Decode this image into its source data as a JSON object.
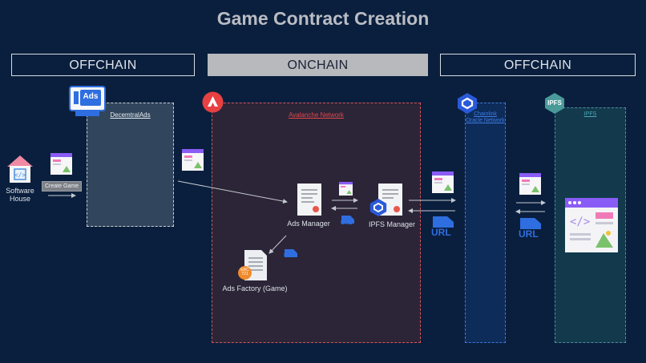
{
  "title": "Game Contract Creation",
  "lanes": {
    "offchain_left": "OFFCHAIN",
    "onchain": "ONCHAIN",
    "offchain_right": "OFFCHAIN"
  },
  "software_house": {
    "label": "Software House",
    "action": "Create Game"
  },
  "decentral_ads": {
    "label": "DecemtralAds",
    "logo_text": "Ads"
  },
  "avalanche": {
    "label": "Avalanche Network"
  },
  "chainlink": {
    "label": "Chainlink Oracle Network"
  },
  "ipfs": {
    "label": "IPFS",
    "logo_text": "IPFS"
  },
  "ads_manager": {
    "label": "Ads Manager"
  },
  "ipfs_manager": {
    "label": "IPFS Manager"
  },
  "ads_factory": {
    "label": "Ads Factory (Game)",
    "badge": "ERC 721"
  },
  "url_text": "URL",
  "colors": {
    "background": "#0a1f3d",
    "avalanche_red": "#e84142",
    "chainlink_blue": "#2a5ada",
    "ipfs_teal": "#4a9a9a",
    "url_blue": "#2f6ee0"
  }
}
